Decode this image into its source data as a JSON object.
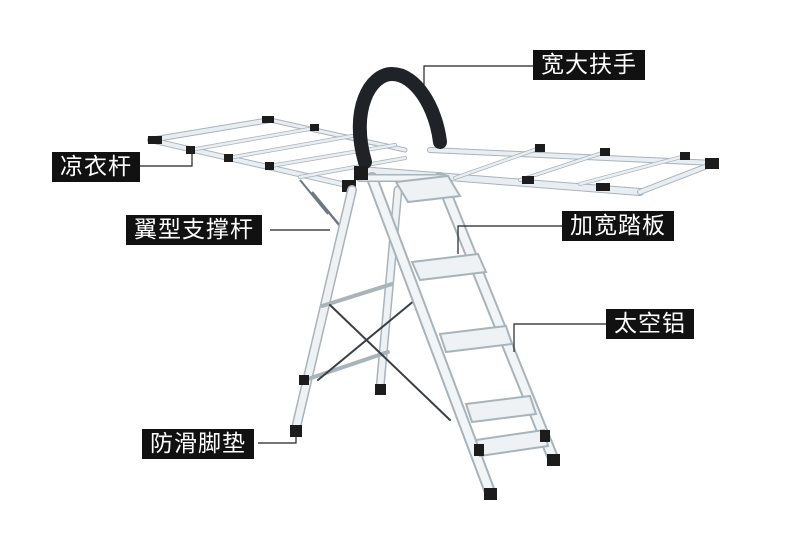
{
  "callouts": {
    "handrail": "宽大扶手",
    "drying_rod": "凉衣杆",
    "wing_support": "翼型支撑杆",
    "wide_tread": "加宽踏板",
    "aluminum": "太空铝",
    "anti_slip_feet": "防滑脚垫"
  },
  "colors": {
    "frame": "#e9eef2",
    "frame_edge": "#a9b3ba",
    "handle": "#1f2328",
    "joint": "#1c1c1c",
    "label_bg": "#111111",
    "label_text": "#ffffff"
  }
}
